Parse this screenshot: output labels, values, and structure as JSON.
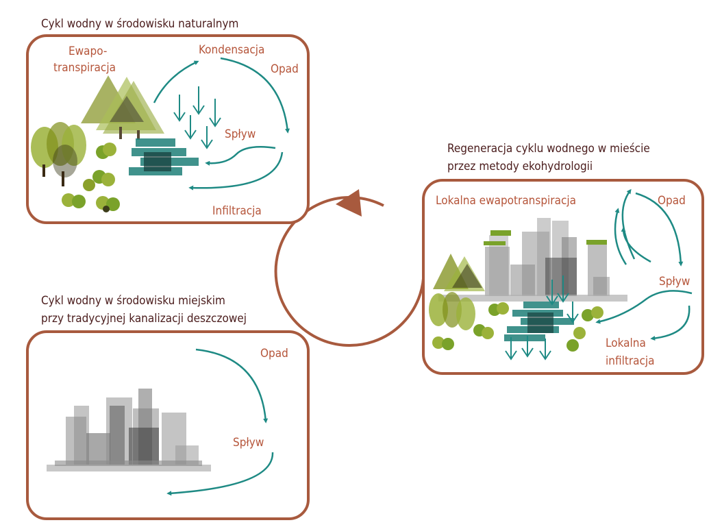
{
  "colors": {
    "frame": "#a85a3e",
    "arrow_water": "#1e8a84",
    "label": "#b5553a",
    "title": "#4a1c1c",
    "tree_light": "#9bb23a",
    "tree_olive": "#7f8f1a",
    "tree_dark": "#3c3c1a",
    "water": "#1f7f78",
    "water_dark": "#143b38",
    "building": "#8a8a8a",
    "roof_green": "#7aa22a"
  },
  "natural": {
    "title": "Cykl wodny w środowisku naturalnym",
    "evapo_line1": "Ewapo-",
    "evapo_line2": "transpiracja",
    "condensation": "Kondensacja",
    "precipitation": "Opad",
    "runoff": "Spływ",
    "infiltration": "Infiltracja"
  },
  "urban": {
    "title_line1": "Cykl wodny w środowisku miejskim",
    "title_line2": "przy tradycyjnej kanalizacji deszczowej",
    "precipitation": "Opad",
    "runoff": "Spływ"
  },
  "regeneration": {
    "title_line1": "Regeneracja cyklu wodnego w mieście",
    "title_line2": "przez metody ekohydrologii",
    "local_evapo": "Lokalna ewapotranspiracja",
    "precipitation": "Opad",
    "runoff": "Spływ",
    "local_inf_line1": "Lokalna",
    "local_inf_line2": "infiltracja"
  }
}
